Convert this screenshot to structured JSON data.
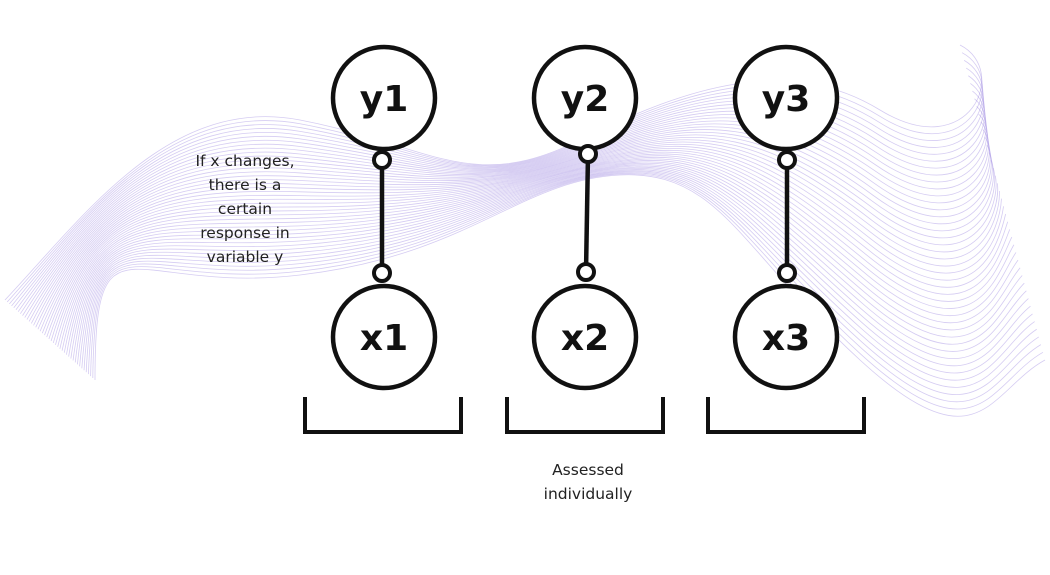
{
  "colors": {
    "stroke": "#111111",
    "wave": "#9a86e0",
    "background": "#ffffff"
  },
  "nodes": {
    "y1": "y1",
    "y2": "y2",
    "y3": "y3",
    "x1": "x1",
    "x2": "x2",
    "x3": "x3"
  },
  "captions": {
    "left": [
      "If x changes,",
      "there is a",
      "certain",
      "response in",
      "variable y"
    ],
    "bottom": [
      "Assessed",
      "individually"
    ]
  }
}
